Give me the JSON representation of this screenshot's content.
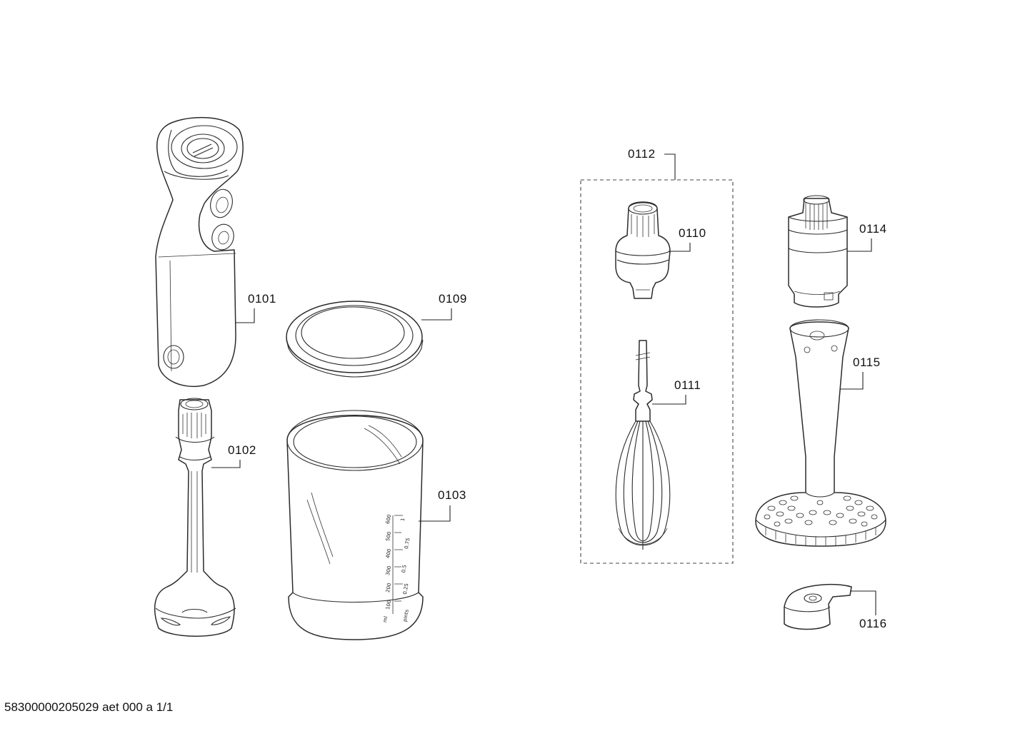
{
  "drawing": {
    "parts": [
      {
        "id": "0101",
        "icon": "hand-blender-motor-unit-icon"
      },
      {
        "id": "0102",
        "icon": "blender-shaft-icon"
      },
      {
        "id": "0103",
        "icon": "measuring-beaker-icon"
      },
      {
        "id": "0109",
        "icon": "beaker-lid-ring-icon"
      },
      {
        "id": "0110",
        "icon": "whisk-gearbox-icon"
      },
      {
        "id": "0111",
        "icon": "whisk-icon"
      },
      {
        "id": "0112",
        "icon": "whisk-assembly-group"
      },
      {
        "id": "0114",
        "icon": "masher-gearbox-icon"
      },
      {
        "id": "0115",
        "icon": "potato-masher-icon"
      },
      {
        "id": "0116",
        "icon": "masher-clip-icon"
      }
    ],
    "beaker_scale": {
      "ml": [
        "600",
        "500",
        "400",
        "300",
        "200",
        "100",
        "ml"
      ],
      "pints": [
        "1",
        "0.75",
        "0.5",
        "0.25",
        "pints"
      ]
    }
  },
  "footer": {
    "doc_code": "58300000205029 aet 000 a 1/1"
  }
}
